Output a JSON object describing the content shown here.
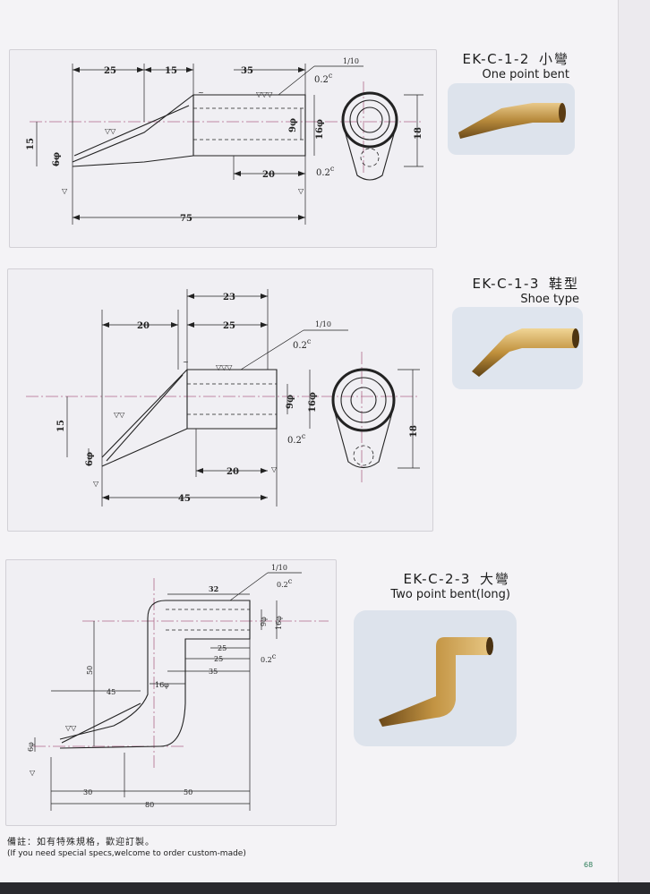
{
  "products": [
    {
      "code": "EK-C-1-2",
      "name_zh": "小彎",
      "name_en": "One point bent",
      "drawing": {
        "dims": [
          "25",
          "15",
          "35",
          "1/10",
          "0.2",
          "c",
          "15",
          "6φ",
          "9φ",
          "16φ",
          "18",
          "20",
          "0.2",
          "c",
          "75"
        ]
      }
    },
    {
      "code": "EK-C-1-3",
      "name_zh": "鞋型",
      "name_en": "Shoe type",
      "drawing": {
        "dims": [
          "23",
          "20",
          "25",
          "1/10",
          "0.2",
          "c",
          "15",
          "6φ",
          "9φ",
          "16φ",
          "18",
          "0.2",
          "c",
          "20",
          "45"
        ]
      }
    },
    {
      "code": "EK-C-2-3",
      "name_zh": "大彎",
      "name_en": "Two point bent(long)",
      "drawing": {
        "dims": [
          "32",
          "1/10",
          "0.2",
          "c",
          "9φ",
          "16φ",
          "25",
          "25",
          "35",
          "0.2",
          "c",
          "50",
          "45",
          "16φ",
          "6φ",
          "30",
          "50",
          "80"
        ]
      }
    }
  ],
  "note": {
    "zh": "備註：如有特殊規格，歡迎訂製。",
    "en": "(If you need special specs,welcome to order custom-made)"
  },
  "page_number": "68",
  "colors": {
    "background": "#f4f3f6",
    "panel": "#f0eff3",
    "brass": "#b5883a",
    "photo_bg": "#dde3ec"
  }
}
